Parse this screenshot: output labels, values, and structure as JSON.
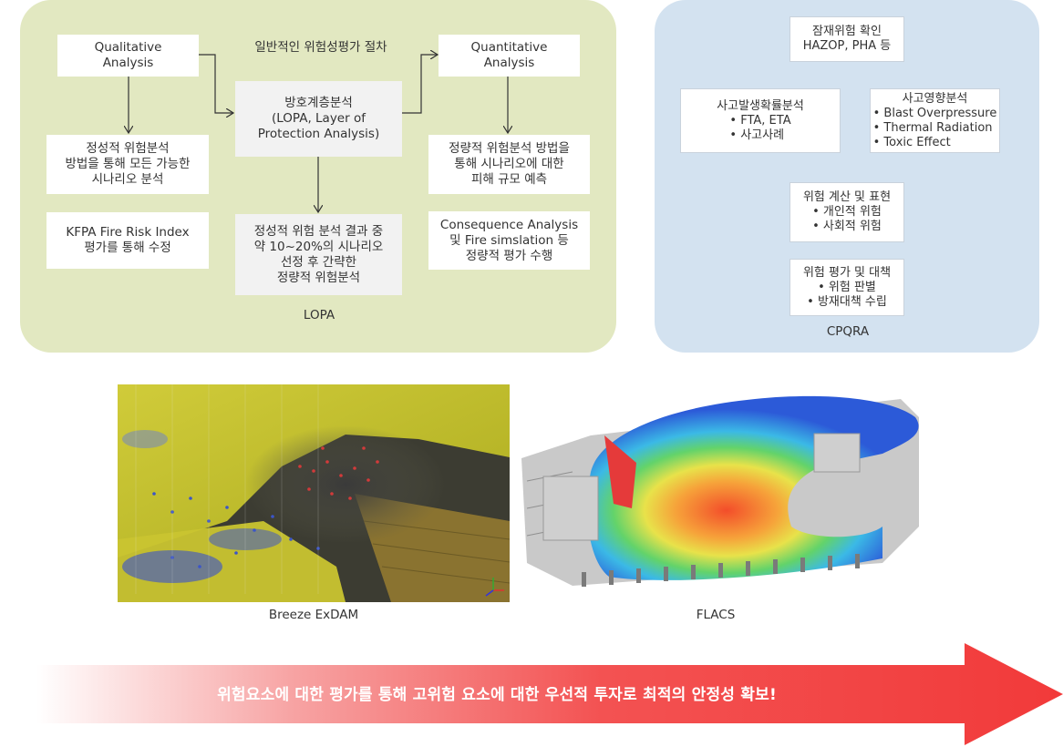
{
  "lopa": {
    "title": "일반적인 위험성평가 절차",
    "qualitative": "Qualitative\nAnalysis",
    "qualitative_desc": "정성적 위험분석\n방법을 통해 모든 가능한\n시나리오 분석",
    "kfpa": "KFPA Fire Risk Index\n평가를 통해 수정",
    "center": "방호계층분석\n(LOPA, Layer of\nProtection Analysis)",
    "center_desc": "정성적 위험 분석 결과 중\n약 10~20%의 시나리오\n선정 후 간략한\n정량적 위험분석",
    "quantitative": "Quantitative\nAnalysis",
    "quantitative_desc": "정량적 위험분석 방법을\n통해 시나리오에 대한\n피해 규모 예측",
    "consequence": "Consequence Analysis\n및 Fire simslation 등\n정량적 평가 수행",
    "label": "LOPA"
  },
  "cpqra": {
    "top": "잠재위험 확인\nHAZOP, PHA 등",
    "left_title": "사고발생확률분석",
    "left_items": "• FTA, ETA\n• 사고사례",
    "right_title": "사고영향분석",
    "right_items": "• Blast Overpressure\n• Thermal Radiation\n• Toxic Effect",
    "mid": "위험 계산 및 표현\n• 개인적 위험\n• 사회적 위험",
    "bottom": "위험 평가 및 대책\n• 위험 판별\n• 방재대책 수립",
    "label": "CPQRA"
  },
  "images": {
    "breeze_caption": "Breeze ExDAM",
    "flacs_caption": "FLACS"
  },
  "banner": {
    "text": "위험요소에 대한 평가를 통해 고위험 요소에 대한 우선적 투자로 최적의 안정성 확보!",
    "color_start": "#ffffff",
    "color_end": "#f23a3a"
  }
}
